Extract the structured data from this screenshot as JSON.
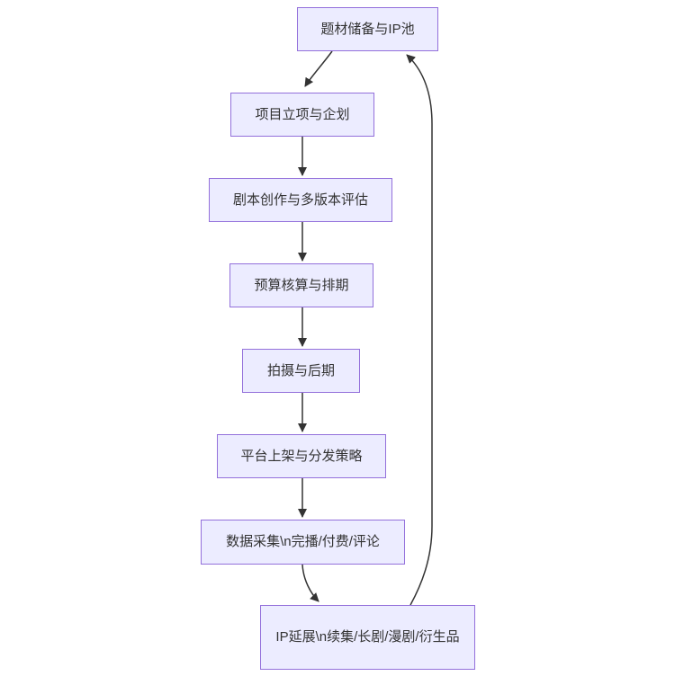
{
  "page": {
    "background": "#ffffff"
  },
  "diagram": {
    "type": "flowchart",
    "direction": "top-down",
    "nodes": [
      {
        "id": "A",
        "label": "题材储备与IP池"
      },
      {
        "id": "B",
        "label": "项目立项与企划"
      },
      {
        "id": "C",
        "label": "剧本创作与多版本评估"
      },
      {
        "id": "D",
        "label": "预算核算与排期"
      },
      {
        "id": "E",
        "label": "拍摄与后期"
      },
      {
        "id": "F",
        "label": "平台上架与分发策略"
      },
      {
        "id": "G",
        "label": "数据采集\\n完播/付费/评论"
      },
      {
        "id": "H",
        "label": "IP延展\\n续集/长剧/漫剧/衍生品"
      }
    ],
    "edges": [
      {
        "from": "A",
        "to": "B",
        "style": "arrow"
      },
      {
        "from": "B",
        "to": "C",
        "style": "arrow"
      },
      {
        "from": "C",
        "to": "D",
        "style": "arrow"
      },
      {
        "from": "D",
        "to": "E",
        "style": "arrow"
      },
      {
        "from": "E",
        "to": "F",
        "style": "arrow"
      },
      {
        "from": "F",
        "to": "G",
        "style": "arrow"
      },
      {
        "from": "G",
        "to": "H",
        "style": "arrow"
      },
      {
        "from": "H",
        "to": "A",
        "style": "arrow-loopback"
      }
    ],
    "colors": {
      "node_fill": "#ECECFF",
      "node_border": "#9370DB",
      "edge": "#333333",
      "text": "#333333"
    }
  }
}
